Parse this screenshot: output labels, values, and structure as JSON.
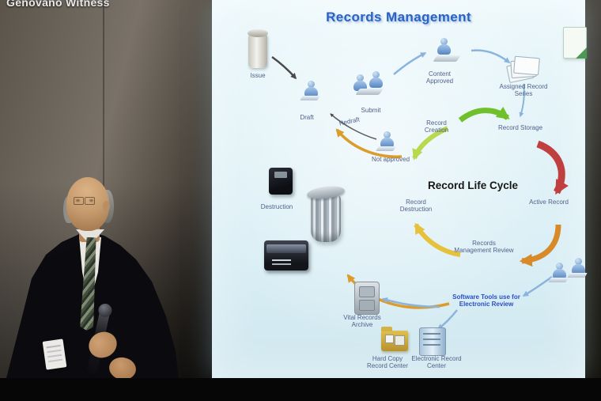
{
  "video": {
    "overlay_text": "Genovano Witness"
  },
  "slide": {
    "title": "Records Management",
    "center_label": "Record Life Cycle",
    "nodes": {
      "issue": "Issue",
      "draft": "Draft",
      "submit": "Submit",
      "redraft": "Redraft",
      "content_approved": "Content Approved",
      "assigned_record_series": "Assigned Record Series",
      "record_creation": "Record Creation",
      "record_storage": "Record Storage",
      "not_approved": "Not approved",
      "active_record": "Active Record",
      "destruction": "Destruction",
      "record_destruction": "Record Destruction",
      "records_management_review": "Records Management Review",
      "software_tools": "Software Tools use for Electronic Review",
      "vital_records_archive": "Vital Records Archive",
      "hard_copy_record_center": "Hard Copy Record Center",
      "electronic_record_center": "Electronic Record Center"
    },
    "colors": {
      "title_blue": "#2a63c4",
      "label_blue_gray": "#51618b",
      "software_label_blue": "#2a4fc4",
      "arrow_green": "#6fc02a",
      "arrow_light_green": "#b8d84e",
      "arrow_yellow": "#e6c23c",
      "arrow_orange": "#d88a28",
      "arrow_red": "#c04040",
      "arrow_blue": "#8ab4dc"
    }
  }
}
